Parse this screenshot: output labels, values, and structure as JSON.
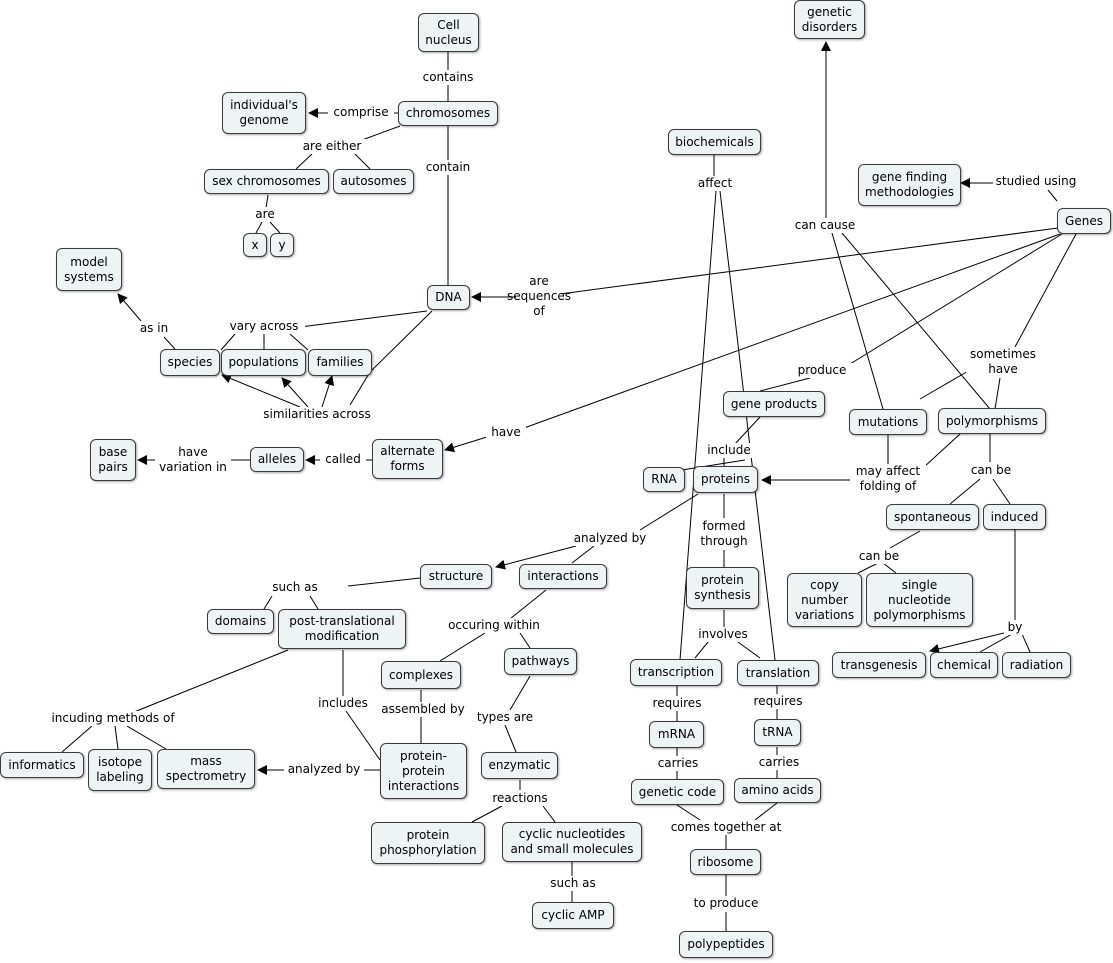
{
  "concepts": {
    "cell_nucleus": "Cell\nnucleus",
    "chromosomes": "chromosomes",
    "individuals_genome": "individual's\ngenome",
    "sex_chromosomes": "sex chromosomes",
    "autosomes": "autosomes",
    "x": "x",
    "y": "y",
    "model_systems": "model\nsystems",
    "dna": "DNA",
    "species": "species",
    "populations": "populations",
    "families": "families",
    "base_pairs": "base\npairs",
    "alleles": "alleles",
    "alternate_forms": "alternate\nforms",
    "genetic_disorders": "genetic\ndisorders",
    "biochemicals": "biochemicals",
    "gene_finding": "gene finding\nmethodologies",
    "genes": "Genes",
    "gene_products": "gene products",
    "mutations": "mutations",
    "polymorphisms": "polymorphisms",
    "rna": "RNA",
    "proteins": "proteins",
    "spontaneous": "spontaneous",
    "induced": "induced",
    "copy_number": "copy\nnumber\nvariations",
    "snp": "single\nnucleotide\npolymorphisms",
    "transgenesis": "transgenesis",
    "chemical": "chemical",
    "radiation": "radiation",
    "structure": "structure",
    "interactions": "interactions",
    "protein_synthesis": "protein\nsynthesis",
    "domains": "domains",
    "ptm": "post-translational\nmodification",
    "complexes": "complexes",
    "pathways": "pathways",
    "transcription": "transcription",
    "translation": "translation",
    "informatics": "informatics",
    "isotope_labeling": "isotope\nlabeling",
    "mass_spec": "mass\nspectrometry",
    "ppi": "protein-\nprotein\ninteractions",
    "enzymatic": "enzymatic",
    "mrna": "mRNA",
    "trna": "tRNA",
    "genetic_code": "genetic code",
    "amino_acids": "amino acids",
    "protein_phosphorylation": "protein\nphosphorylation",
    "cyclic_nucleotides": "cyclic nucleotides\nand small molecules",
    "ribosome": "ribosome",
    "cyclic_amp": "cyclic AMP",
    "polypeptides": "polypeptides"
  },
  "links": {
    "contains": "contains",
    "comprise": "comprise",
    "are_either": "are either",
    "contain": "contain",
    "are": "are",
    "as_in": "as in",
    "vary_across": "vary across",
    "similarities_across": "similarities across",
    "are_sequences_of": "are\nsequences\nof",
    "have_variation_in": "have\nvariation in",
    "called": "called",
    "have": "have",
    "affect": "affect",
    "studied_using": "studied using",
    "can_cause": "can cause",
    "produce": "produce",
    "sometimes_have": "sometimes\nhave",
    "include": "include",
    "may_affect_folding_of": "may affect\nfolding of",
    "can_be_1": "can be",
    "can_be_2": "can be",
    "analyzed_by_1": "analyzed by",
    "formed_through": "formed\nthrough",
    "such_as_1": "such as",
    "occuring_within": "occuring within",
    "involves": "involves",
    "by": "by",
    "including_methods_of": "incuding methods of",
    "includes": "includes",
    "assembled_by": "assembled by",
    "types_are": "types are",
    "requires_1": "requires",
    "requires_2": "requires",
    "analyzed_by_2": "analyzed by",
    "carries_1": "carries",
    "carries_2": "carries",
    "reactions": "reactions",
    "comes_together_at": "comes together at",
    "such_as_2": "such as",
    "to_produce": "to produce"
  },
  "colors": {
    "node_fill": "#eef3f3",
    "node_border": "#3a3a3a",
    "line": "#000000"
  }
}
